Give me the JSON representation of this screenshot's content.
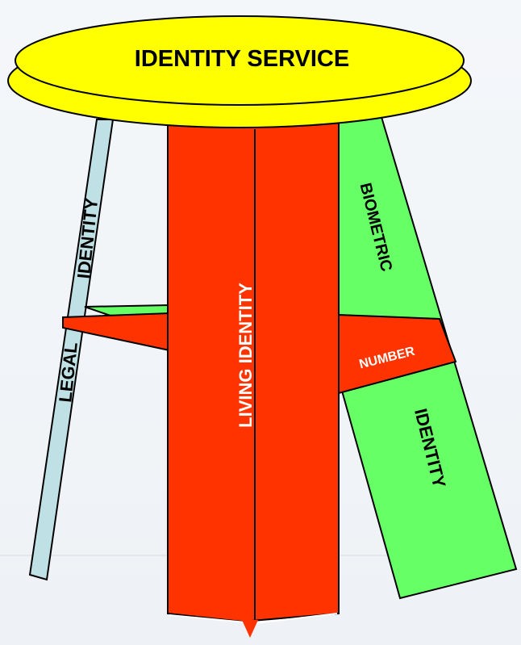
{
  "diagram": {
    "top": {
      "label": "IDENTITY SERVICE"
    },
    "legs": {
      "legal": {
        "word1": "LEGAL",
        "word2": "IDENTITY"
      },
      "living": {
        "label": "LIVING IDENTITY"
      },
      "biometric": {
        "word1": "BIOMETRIC",
        "word2": "IDENTITY"
      }
    },
    "number_brace": {
      "label": "NUMBER"
    }
  },
  "colors": {
    "seat": "#ffff00",
    "seat_outline": "#222222",
    "living_leg": "#ff3300",
    "biometric_leg": "#66ff66",
    "legal_leg": "#bfe0e4",
    "number_brace": "#ff3300",
    "connector_green": "#66ff66",
    "connector_red": "#ff3300"
  }
}
